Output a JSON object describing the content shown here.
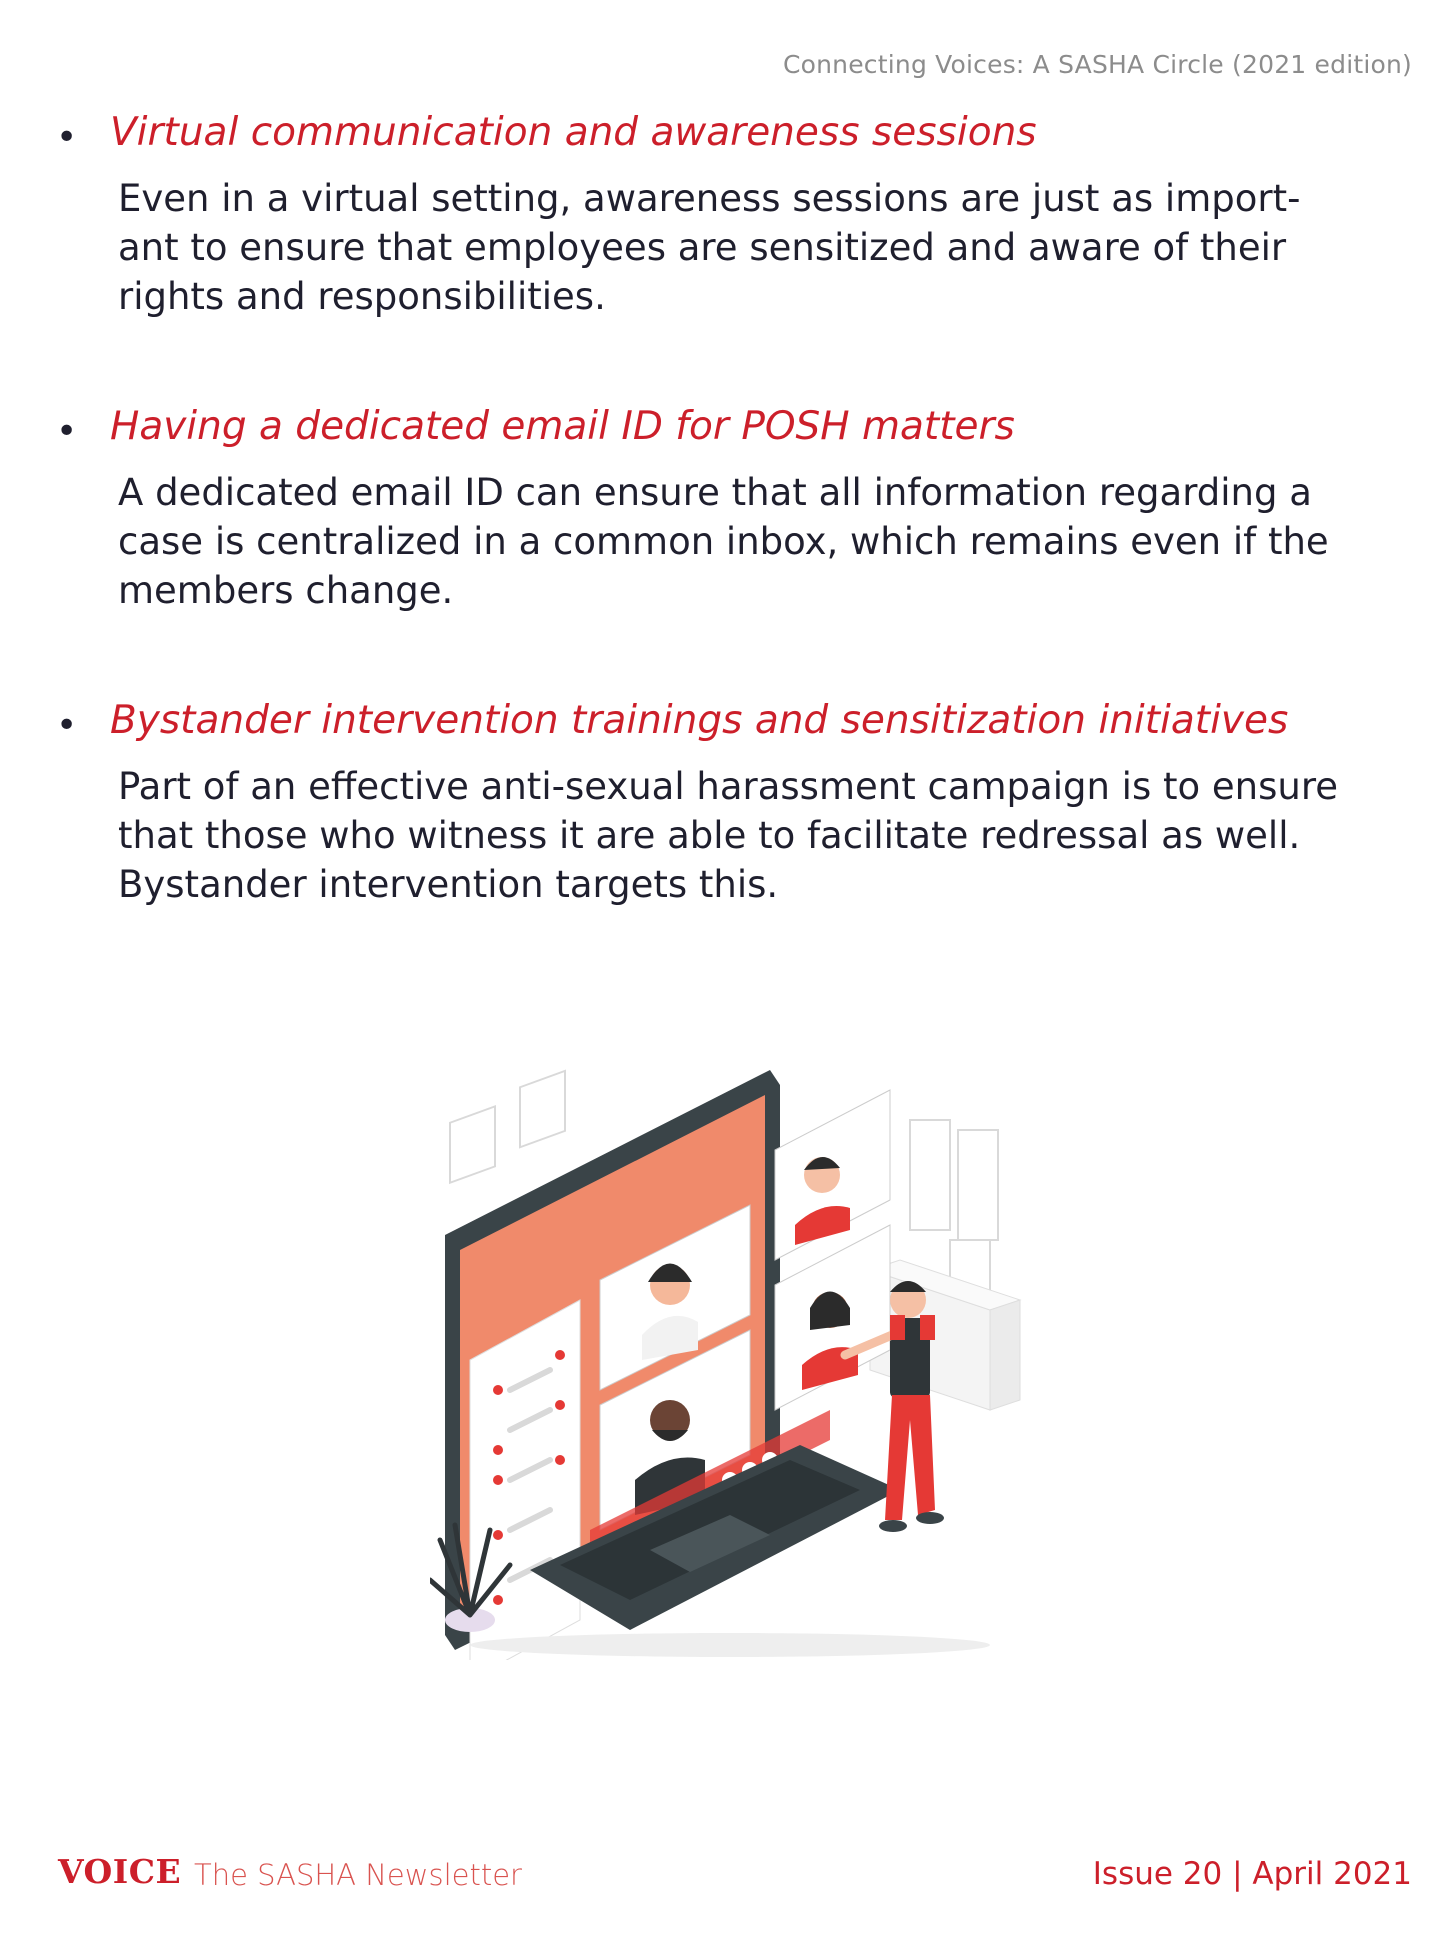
{
  "header": {
    "running_title": "Connecting Voices: A SASHA Circle (2021 edition)"
  },
  "sections": [
    {
      "bullet": "•",
      "title": "Virtual communication and awareness sessions",
      "lines": [
        "Even in a virtual setting, awareness sessions are just as import-",
        "ant to ensure that employees are sensitized and aware of their",
        "rights and responsibilities."
      ]
    },
    {
      "bullet": "•",
      "title": "Having a dedicated email ID for POSH matters",
      "lines": [
        "A dedicated email ID can ensure that all information regarding a",
        "case is centralized in a common inbox, which remains even if the",
        "members change."
      ]
    },
    {
      "bullet": "•",
      "title": "Bystander intervention trainings and sensitization initiatives",
      "lines": [
        "Part of an effective anti-sexual harassment campaign is to ensure",
        "that those who witness it are able to facilitate redressal as well.",
        "Bystander intervention targets this."
      ]
    }
  ],
  "illustration": {
    "icon": "video-conference-illustration",
    "colors": {
      "screen": "#f08a6b",
      "dark": "#3a4448",
      "accent": "#e53935",
      "panel": "#ffffff",
      "line": "#d9d9d9"
    }
  },
  "footer": {
    "brand": "VOICE",
    "subtitle": "The SASHA Newsletter",
    "issue": "Issue 20 | April 2021"
  }
}
